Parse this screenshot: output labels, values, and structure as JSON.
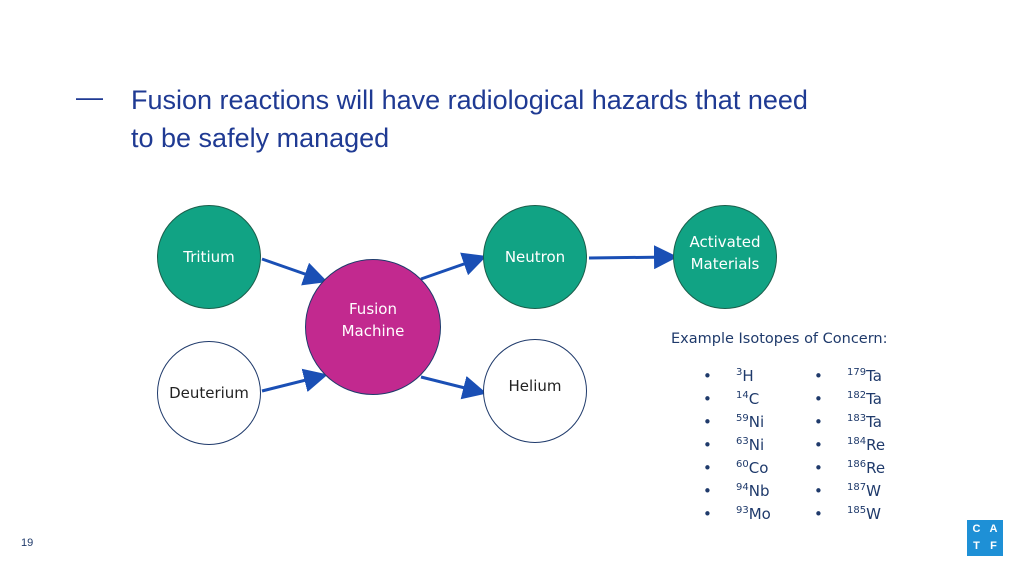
{
  "slide": {
    "dash": "—",
    "title": "Fusion reactions will have radiological hazards that need to be safely managed",
    "page_number": "19"
  },
  "nodes": {
    "tritium": "Tritium",
    "deuterium": "Deuterium",
    "fusion_machine": "Fusion\nMachine",
    "neutron": "Neutron",
    "helium": "Helium",
    "activated_materials": "Activated\nMaterials"
  },
  "colors": {
    "title": "#1f3a93",
    "teal": "#11a384",
    "magenta": "#c2298f",
    "arrow": "#1a4fb5",
    "logo": "#1e90d6"
  },
  "isotopes": {
    "header": "Example Isotopes of Concern:",
    "bullet": "•",
    "left": [
      {
        "mass": "3",
        "symbol": "H"
      },
      {
        "mass": "14",
        "symbol": "C"
      },
      {
        "mass": "59",
        "symbol": "Ni"
      },
      {
        "mass": "63",
        "symbol": "Ni"
      },
      {
        "mass": "60",
        "symbol": "Co"
      },
      {
        "mass": "94",
        "symbol": "Nb"
      },
      {
        "mass": "93",
        "symbol": "Mo"
      }
    ],
    "right": [
      {
        "mass": "179",
        "symbol": "Ta"
      },
      {
        "mass": "182",
        "symbol": "Ta"
      },
      {
        "mass": "183",
        "symbol": "Ta"
      },
      {
        "mass": "184",
        "symbol": "Re"
      },
      {
        "mass": "186",
        "symbol": "Re"
      },
      {
        "mass": "187",
        "symbol": "W"
      },
      {
        "mass": "185",
        "symbol": "W"
      }
    ]
  },
  "logo": {
    "letters": [
      "C",
      "A",
      "T",
      "F"
    ],
    "icon": "catf-logo"
  }
}
